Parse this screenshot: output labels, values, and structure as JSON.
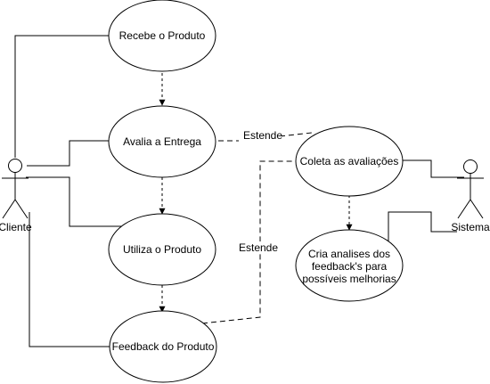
{
  "diagram": {
    "actors": {
      "cliente": "Cliente",
      "sistema": "Sistema"
    },
    "use_cases": {
      "recebe": "Recebe o Produto",
      "avalia": "Avalia a Entrega",
      "utiliza": "Utiliza o Produto",
      "feedback": "Feedback do Produto",
      "coleta": "Coleta as avaliações",
      "cria": [
        "Cria analises dos",
        "feedback's para",
        "possíveis melhorias"
      ]
    },
    "relations": {
      "estende_1": "Estende",
      "estende_2": "Estende"
    }
  }
}
